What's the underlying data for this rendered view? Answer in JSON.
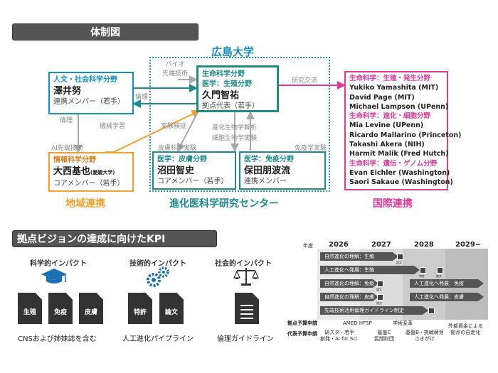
{
  "banners": {
    "org": "体制図",
    "kpi": "拠点ビジョンの達成に向けたKPI"
  },
  "university": "広島大学",
  "center_name": "進化医科学研究センター",
  "regions": {
    "local": "地域連携",
    "intl": "国際連携"
  },
  "boxes": {
    "humanities": {
      "field": "人文・社会科学分野",
      "name": "澤井努",
      "role": "連携メンバー（若手）"
    },
    "info": {
      "field": "情報科学分野",
      "name": "大西基也",
      "affil": "(愛媛大学)",
      "role": "コアメンバー（若手）"
    },
    "life": {
      "field1": "生命科学分野",
      "field2": "医学：生殖分野",
      "name": "久門智祐",
      "role": "拠点代表（若手）"
    },
    "derm": {
      "field": "医学：皮膚分野",
      "name": "沼田智史",
      "role": "コアメンバー（若手）"
    },
    "immune": {
      "field": "医学：免疫分野",
      "name": "保田朋波流",
      "role": "連携メンバー"
    }
  },
  "international": {
    "items": [
      {
        "text": "生命科学：生殖・発生分野",
        "kind": "head"
      },
      {
        "text": "Yukiko Yamashita (MIT)",
        "kind": "member"
      },
      {
        "text": "David Page (MIT)",
        "kind": "member"
      },
      {
        "text": "Michael Lampson (UPenn)",
        "kind": "member"
      },
      {
        "text": "生命科学：進化・細胞分野",
        "kind": "head"
      },
      {
        "text": "Mia Levine (UPenn)",
        "kind": "member"
      },
      {
        "text": "Ricardo Mallarino (Princeton)",
        "kind": "member"
      },
      {
        "text": "Takashi Akera (NIH)",
        "kind": "member"
      },
      {
        "text": "Harmit Malik (Fred Hutch)",
        "kind": "member"
      },
      {
        "text": "生命科学：遺伝・ゲノム分野",
        "kind": "head"
      },
      {
        "text": "Evan Eichler (Washington)",
        "kind": "member"
      },
      {
        "text": "Saori Sakaue (Washington)",
        "kind": "member"
      }
    ]
  },
  "links": {
    "bio_tech": "バイオ\n先端技術",
    "ethics": "倫理",
    "ethics2": "倫理",
    "ai_tech": "AI先端技術",
    "ml": "機械学習",
    "exp_verify": "実験検証",
    "evo_bio": "進化生物学解析\n細胞生物学実験",
    "derm_exp": "皮膚科学実験",
    "immune_exp": "免疫学実験",
    "research_exchange": "研究交流"
  },
  "impacts": [
    {
      "title": "科学的インパクト",
      "icon": "graduation-cap-icon",
      "docs": [
        "生殖",
        "免疫",
        "皮膚"
      ],
      "caption": "CNSおよび姉妹誌を含む"
    },
    {
      "title": "技術的インパクト",
      "icon": "gears-icon",
      "docs": [
        "特許",
        "論文"
      ],
      "caption": "人工進化パイプライン"
    },
    {
      "title": "社会的インパクト",
      "icon": "scales-icon",
      "docs": [],
      "caption": "倫理ガイドライン"
    }
  ],
  "roadmap": {
    "year_label": "年度",
    "years": [
      "2026",
      "2027",
      "2028",
      "2029~"
    ],
    "bars": [
      {
        "label": "自然進化の理解：生殖",
        "mark": "論文"
      },
      {
        "label": "人工進化へ発展：生殖",
        "mark": "特許",
        "mark2": "論文"
      },
      {
        "label": "自然進化の理解：免疫",
        "mark": "論文",
        "label2": "人工進化へ発展：免疫"
      },
      {
        "label": "自然進化の理解：皮膚",
        "mark": "論文",
        "label2": "人工進化へ発展：皮膚"
      },
      {
        "label": "先端技術活用倫理ガイドライン制定",
        "mark": ""
      }
    ],
    "funding": {
      "label1": "拠点予算申請",
      "label2": "代表予算申請",
      "amed": "AMED HFSP",
      "gakujutsu": "学術変革",
      "c1": "研スタ・若手\n創発・AI for Sci.",
      "c2": "基盤C\n民間財団",
      "c3": "基盤B・挑戦萌芽\nさきがけ",
      "c4": "外部資金による\n拠点の自走化"
    }
  }
}
